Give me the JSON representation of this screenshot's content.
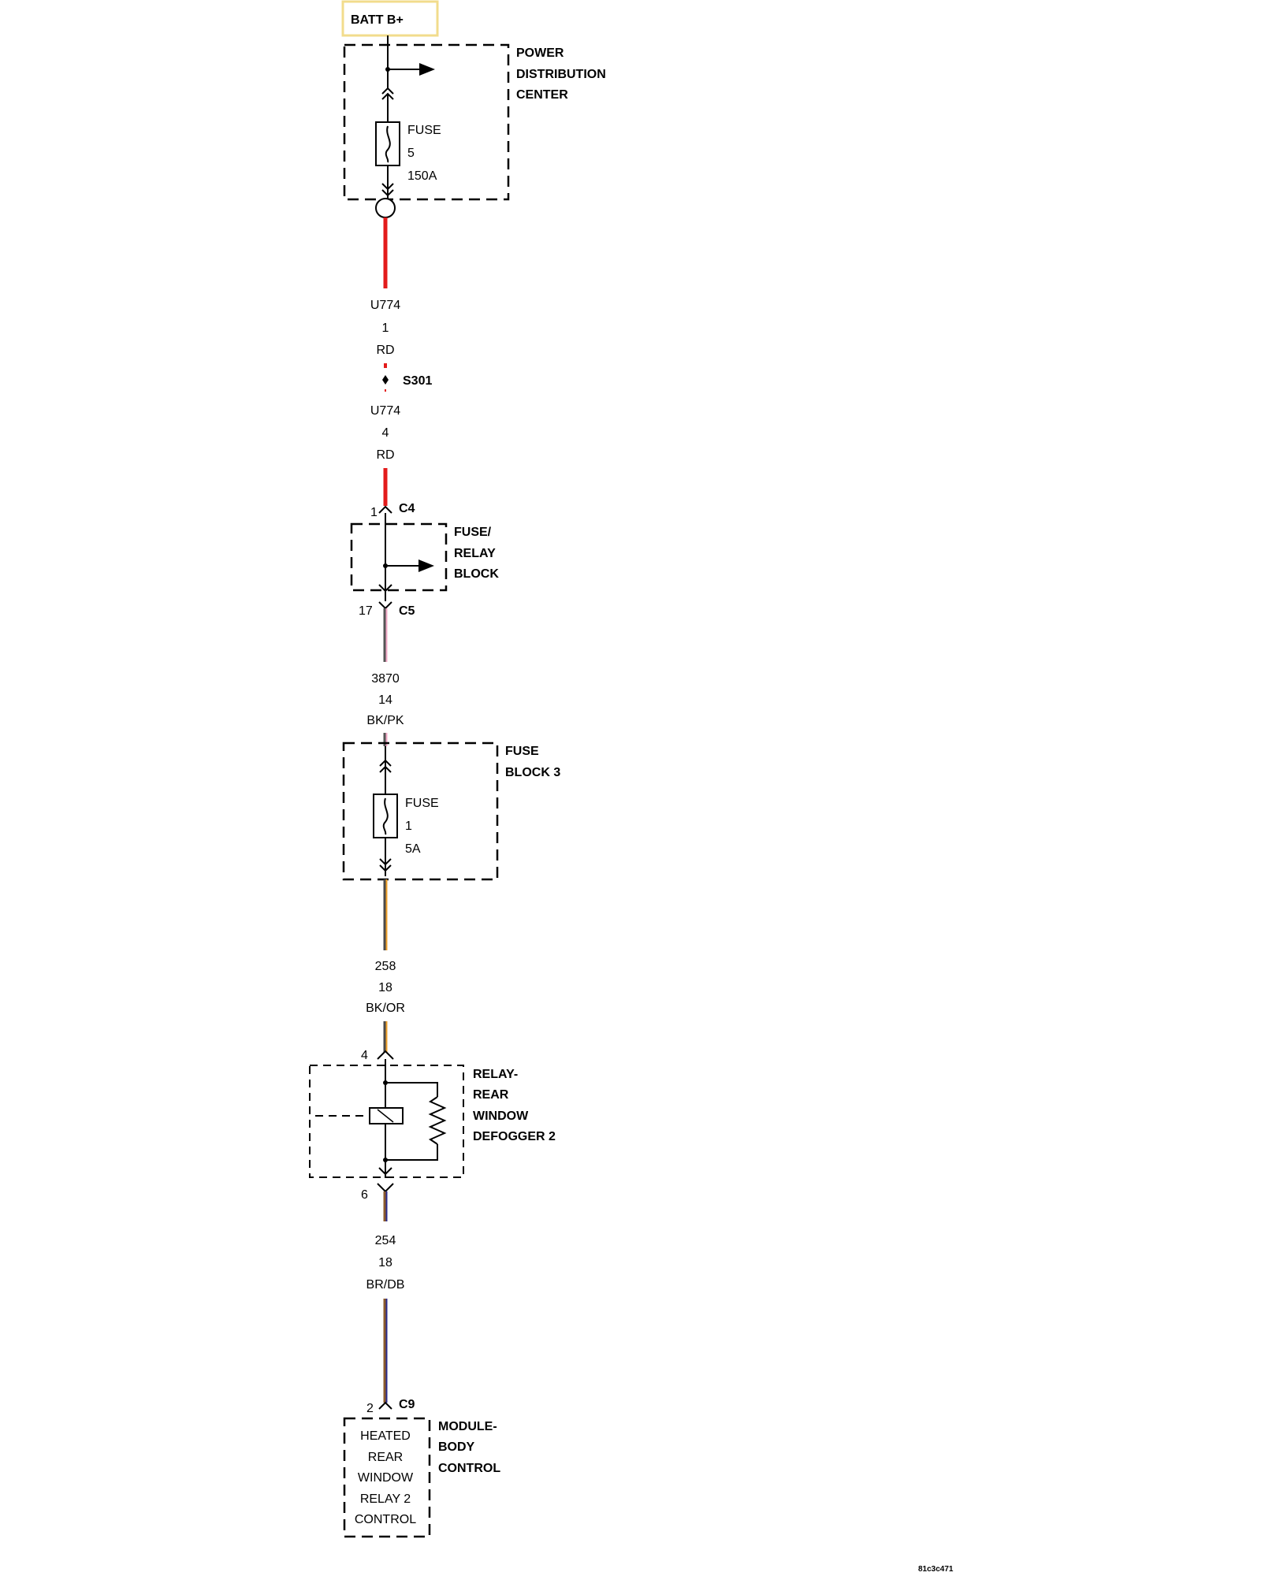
{
  "source": {
    "label": "BATT B+",
    "border_color": "#f2dc8c"
  },
  "pdc": {
    "name_lines": [
      "POWER",
      "DISTRIBUTION",
      "CENTER"
    ],
    "fuse_label": "FUSE",
    "fuse_number": "5",
    "fuse_rating": "150A"
  },
  "wire1": {
    "circuit": "U774",
    "gauge": "1",
    "color_code": "RD",
    "color": "#e31b1b"
  },
  "splice": {
    "label": "S301"
  },
  "wire2": {
    "circuit": "U774",
    "gauge": "4",
    "color_code": "RD",
    "color": "#e31b1b"
  },
  "frb": {
    "name_lines": [
      "FUSE/",
      "RELAY",
      "BLOCK"
    ],
    "in_pin": "1",
    "in_connector": "C4",
    "out_pin": "17",
    "out_connector": "C5"
  },
  "wire3": {
    "circuit": "3870",
    "gauge": "14",
    "color_code": "BK/PK",
    "base_color": "#555555",
    "stripe_color": "#f2a8c6"
  },
  "fb3": {
    "name_lines": [
      "FUSE",
      "BLOCK 3"
    ],
    "fuse_label": "FUSE",
    "fuse_number": "1",
    "fuse_rating": "5A"
  },
  "wire4": {
    "circuit": "258",
    "gauge": "18",
    "color_code": "BK/OR",
    "base_color": "#4a4a4a",
    "stripe_color": "#f0a028"
  },
  "relay": {
    "name_lines": [
      "RELAY-",
      "REAR",
      "WINDOW",
      "DEFOGGER 2"
    ],
    "in_pin": "4",
    "out_pin": "6"
  },
  "wire5": {
    "circuit": "254",
    "gauge": "18",
    "color_code": "BR/DB",
    "base_color": "#8b5a2b",
    "stripe_color": "#2a2a8a"
  },
  "bcm": {
    "name_lines": [
      "MODULE-",
      "BODY",
      "CONTROL"
    ],
    "pin": "2",
    "connector": "C9",
    "function_lines": [
      "HEATED",
      "REAR",
      "WINDOW",
      "RELAY 2",
      "CONTROL"
    ]
  },
  "footer": {
    "code": "81c3c471"
  }
}
